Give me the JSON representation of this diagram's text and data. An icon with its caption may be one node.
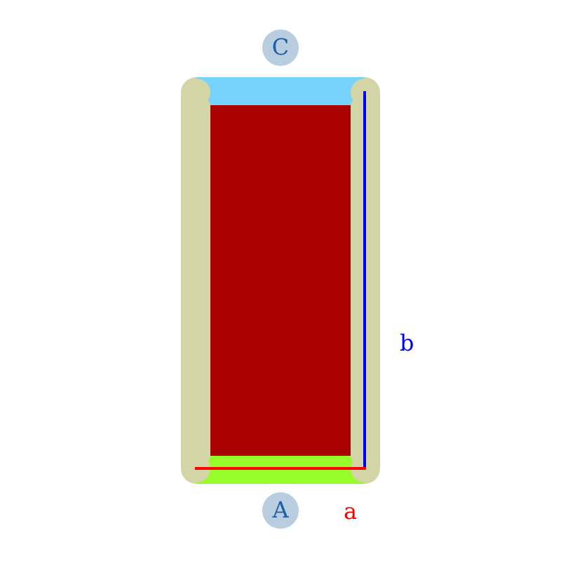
{
  "diagram": {
    "nodes": [
      {
        "text": [
          "C"
        ]
      },
      {
        "text": [
          "A"
        ]
      }
    ],
    "labels": [
      "b",
      "a"
    ]
  }
}
